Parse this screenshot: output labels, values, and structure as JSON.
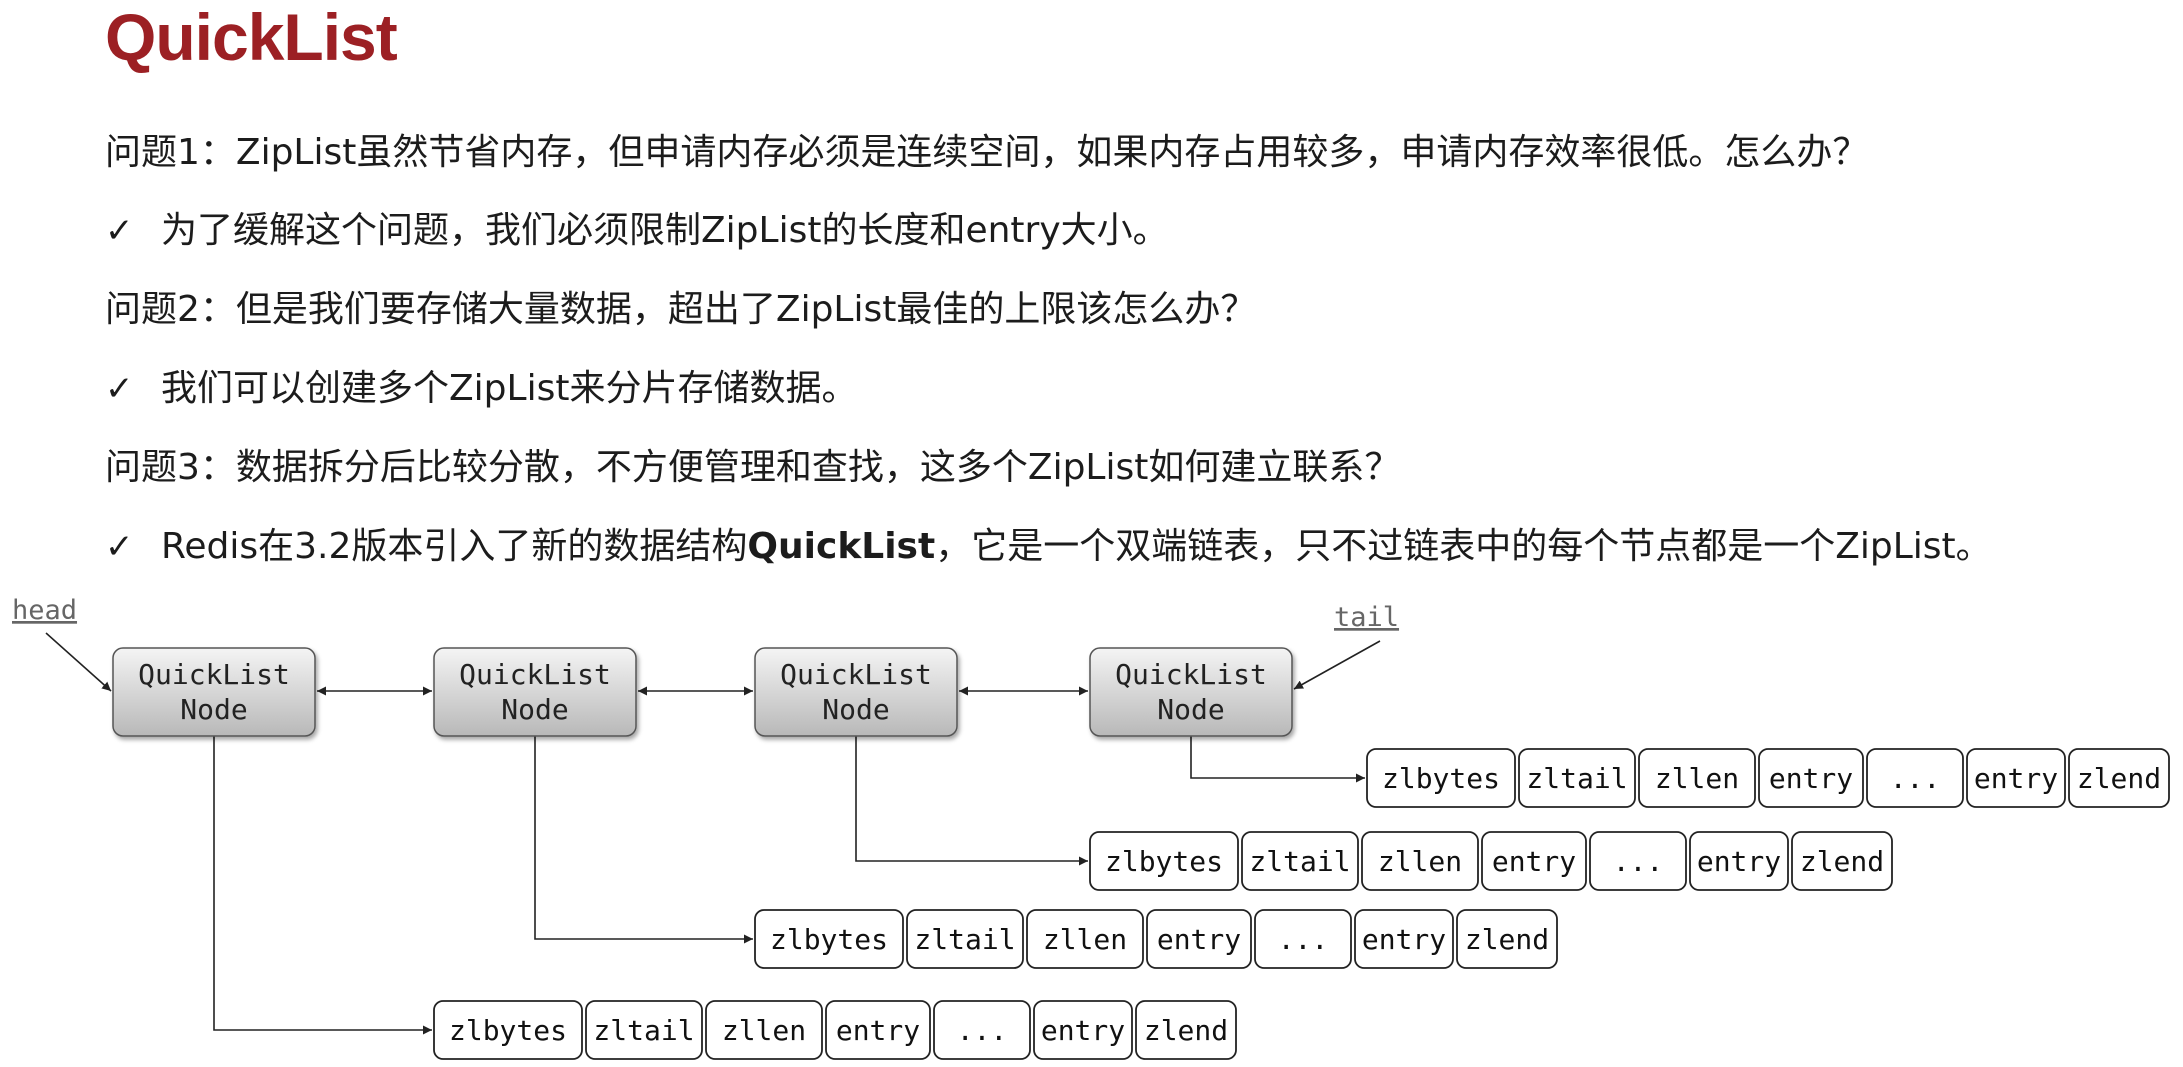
{
  "title": "QuickList",
  "lines": [
    {
      "prefix": "",
      "text": "问题1：ZipList虽然节省内存，但申请内存必须是连续空间，如果内存占用较多，申请内存效率很低。怎么办？"
    },
    {
      "prefix": "✓",
      "text": "为了缓解这个问题，我们必须限制ZipList的长度和entry大小。"
    },
    {
      "prefix": "",
      "text": "问题2：但是我们要存储大量数据，超出了ZipList最佳的上限该怎么办？"
    },
    {
      "prefix": "✓",
      "text": "我们可以创建多个ZipList来分片存储数据。"
    },
    {
      "prefix": "",
      "text": "问题3：数据拆分后比较分散，不方便管理和查找，这多个ZipList如何建立联系？"
    },
    {
      "prefix": "✓",
      "text_before": "Redis在3.2版本引入了新的数据结构",
      "text_bold": "QuickList",
      "text_after": "，它是一个双端链表，只不过链表中的每个节点都是一个ZipList。"
    }
  ],
  "diagram": {
    "head_label": "head",
    "tail_label": "tail",
    "node_label_line1": "QuickList",
    "node_label_line2": "Node",
    "node_count": 4,
    "ziplist_cells": [
      "zlbytes",
      "zltail",
      "zllen",
      "entry",
      "...",
      "entry",
      "zlend"
    ],
    "colors": {
      "node_fill_top": "#f4f4f4",
      "node_fill_bottom": "#b8b8b8",
      "node_stroke": "#555555",
      "line": "#222222"
    }
  }
}
